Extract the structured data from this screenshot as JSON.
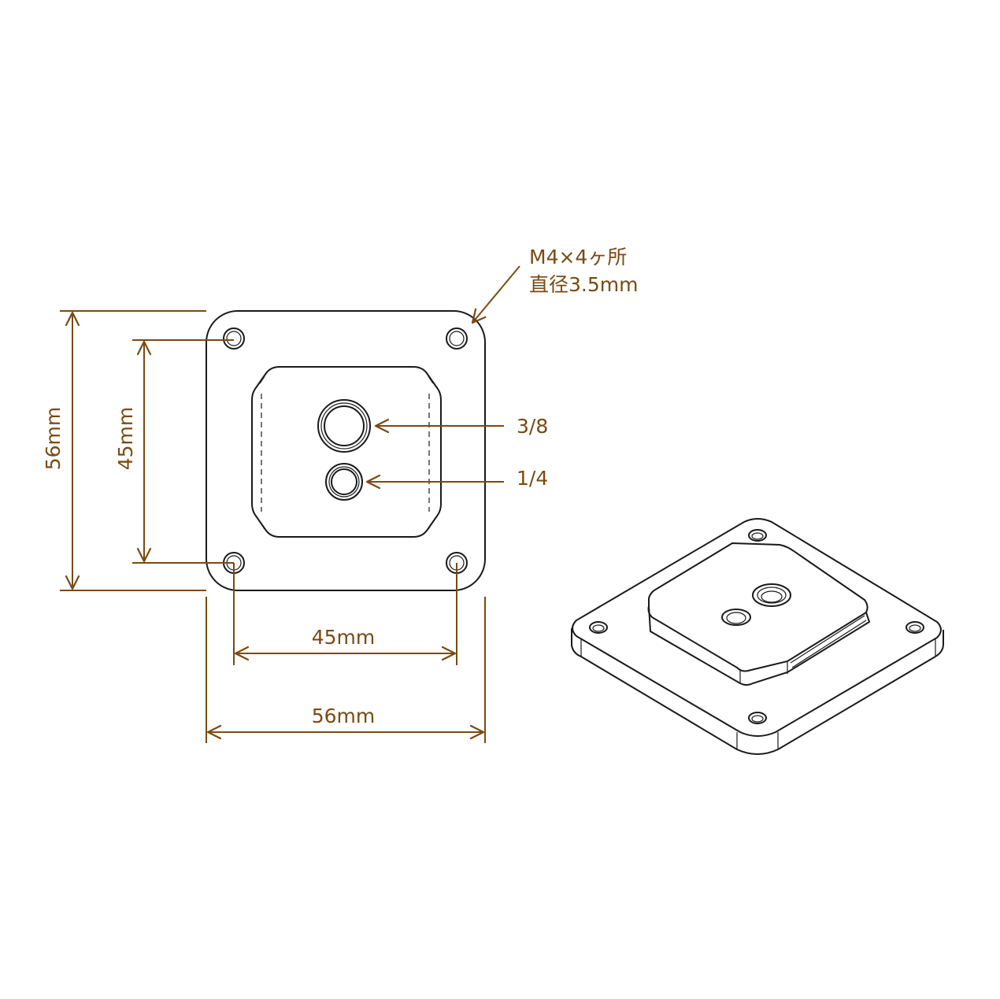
{
  "colors": {
    "dimension": "#7a4a12",
    "outline": "#1a1a1a",
    "background": "#ffffff"
  },
  "dimensions": {
    "outer_height": "56mm",
    "hole_pitch_vertical": "45mm",
    "hole_pitch_horizontal": "45mm",
    "outer_width": "56mm"
  },
  "callouts": {
    "mount_hole_line1": "M4×4ヶ所",
    "mount_hole_line2": "直径3.5mm",
    "large_thread": "3/8",
    "small_thread": "1/4"
  }
}
